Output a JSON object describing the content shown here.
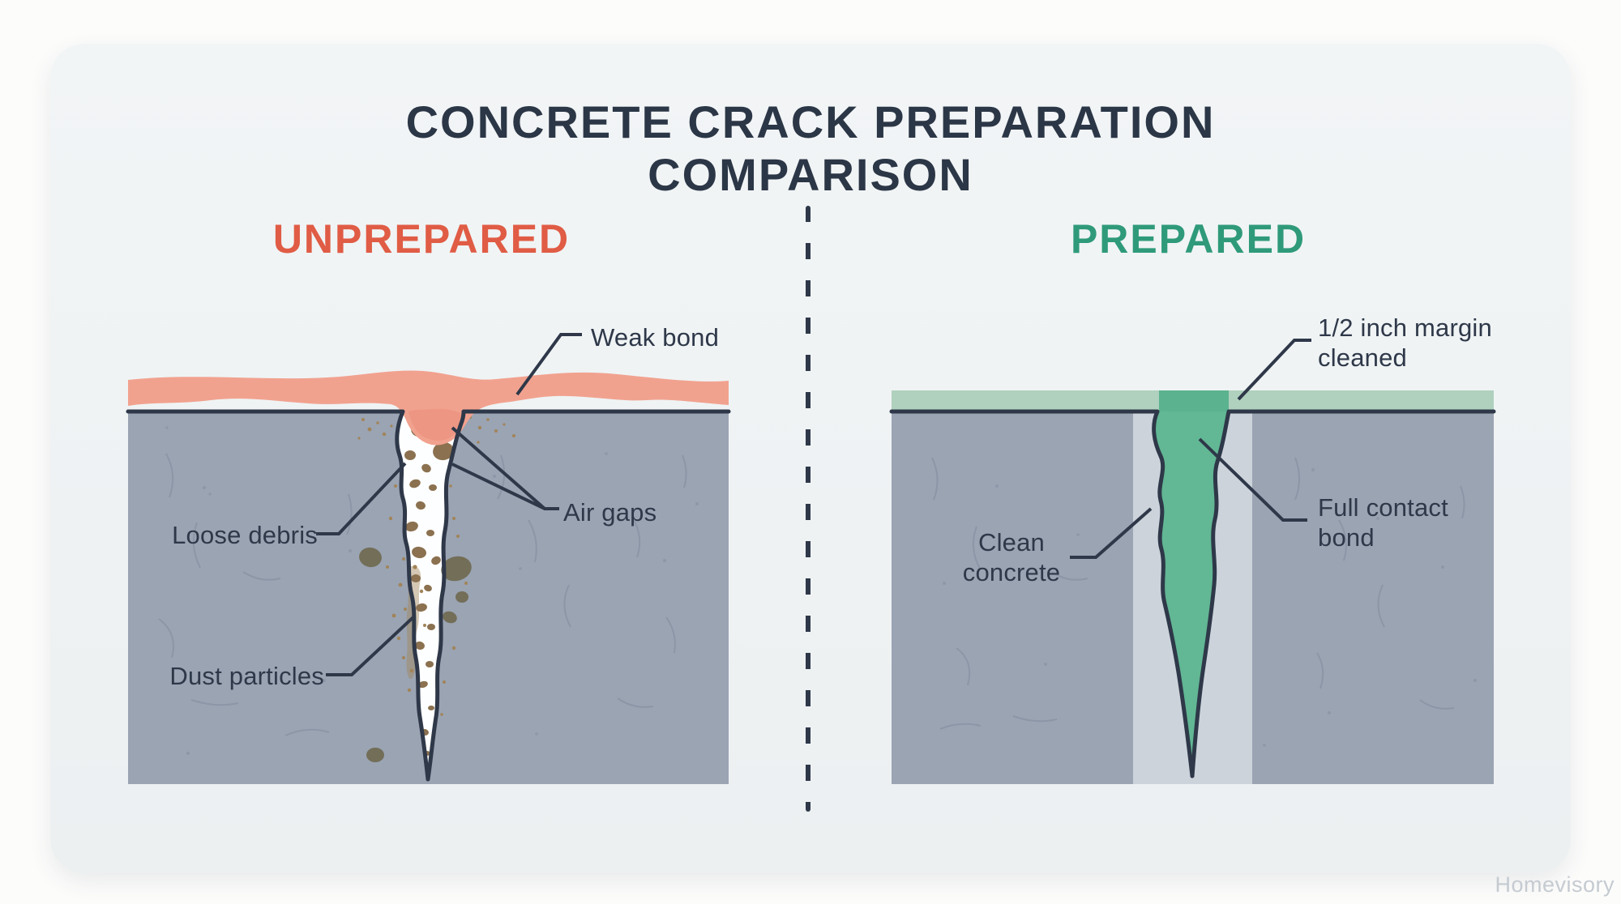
{
  "title": "CONCRETE CRACK PREPARATION COMPARISON",
  "watermark": "Homevisory",
  "left_panel": {
    "heading": "UNPREPARED",
    "labels": {
      "weak_bond": "Weak bond",
      "air_gaps": "Air gaps",
      "loose_debris": "Loose debris",
      "dust_particles": "Dust particles"
    }
  },
  "right_panel": {
    "heading": "PREPARED",
    "labels": {
      "margin_line1": "1/2 inch margin",
      "margin_line2": "cleaned",
      "clean_line1": "Clean",
      "clean_line2": "concrete",
      "bond_line1": "Full contact",
      "bond_line2": "bond"
    }
  },
  "colors": {
    "page-bg": "#fcfcfb",
    "card-bg": "#f1f4f5",
    "ink": "#2e3849",
    "title-ink": "#2b3646",
    "unprepared-accent": "#e05c45",
    "prepared-accent": "#2f9a79",
    "concrete": "#9aa4b3",
    "concrete-line": "#7e8899",
    "crack-white": "#fdfeff",
    "debris-brown": "#8b7150",
    "debris-dark": "#6f684e",
    "dust": "#a28459",
    "bond-pink": "#f1a28f",
    "bond-pink-dark": "#ec947f",
    "sealant-green": "#62b794",
    "strip-light-green": "#afd1be",
    "strip-dark-green": "#5bb28f",
    "margin-band": "#ccd3db",
    "watermark": "#c5cbd1"
  }
}
